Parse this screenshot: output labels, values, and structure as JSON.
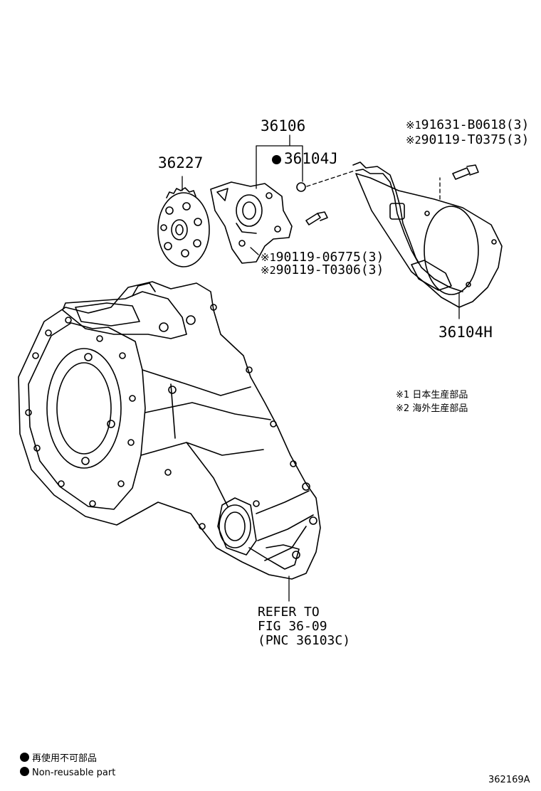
{
  "callouts": {
    "p36106": "36106",
    "p36227": "36227",
    "p36104J": "36104J",
    "p36104H": "36104H",
    "bolt_right_1": "91631-B0618(3)",
    "bolt_right_2": "90119-T0375(3)",
    "bolt_mid_1": "90119-06775(3)",
    "bolt_mid_2": "90119-T0306(3)",
    "mark_1": "※1",
    "mark_2": "※2"
  },
  "notes": {
    "line1_mark": "※1",
    "line1_text": "日本生産部品",
    "line2_mark": "※2",
    "line2_text": "海外生産部品"
  },
  "refer": {
    "line1": "REFER TO",
    "line2": "FIG 36-09",
    "line3": "(PNC 36103C)"
  },
  "legend": {
    "jp": "再使用不可部品",
    "en": "Non-reusable part"
  },
  "figure_id": "362169A"
}
